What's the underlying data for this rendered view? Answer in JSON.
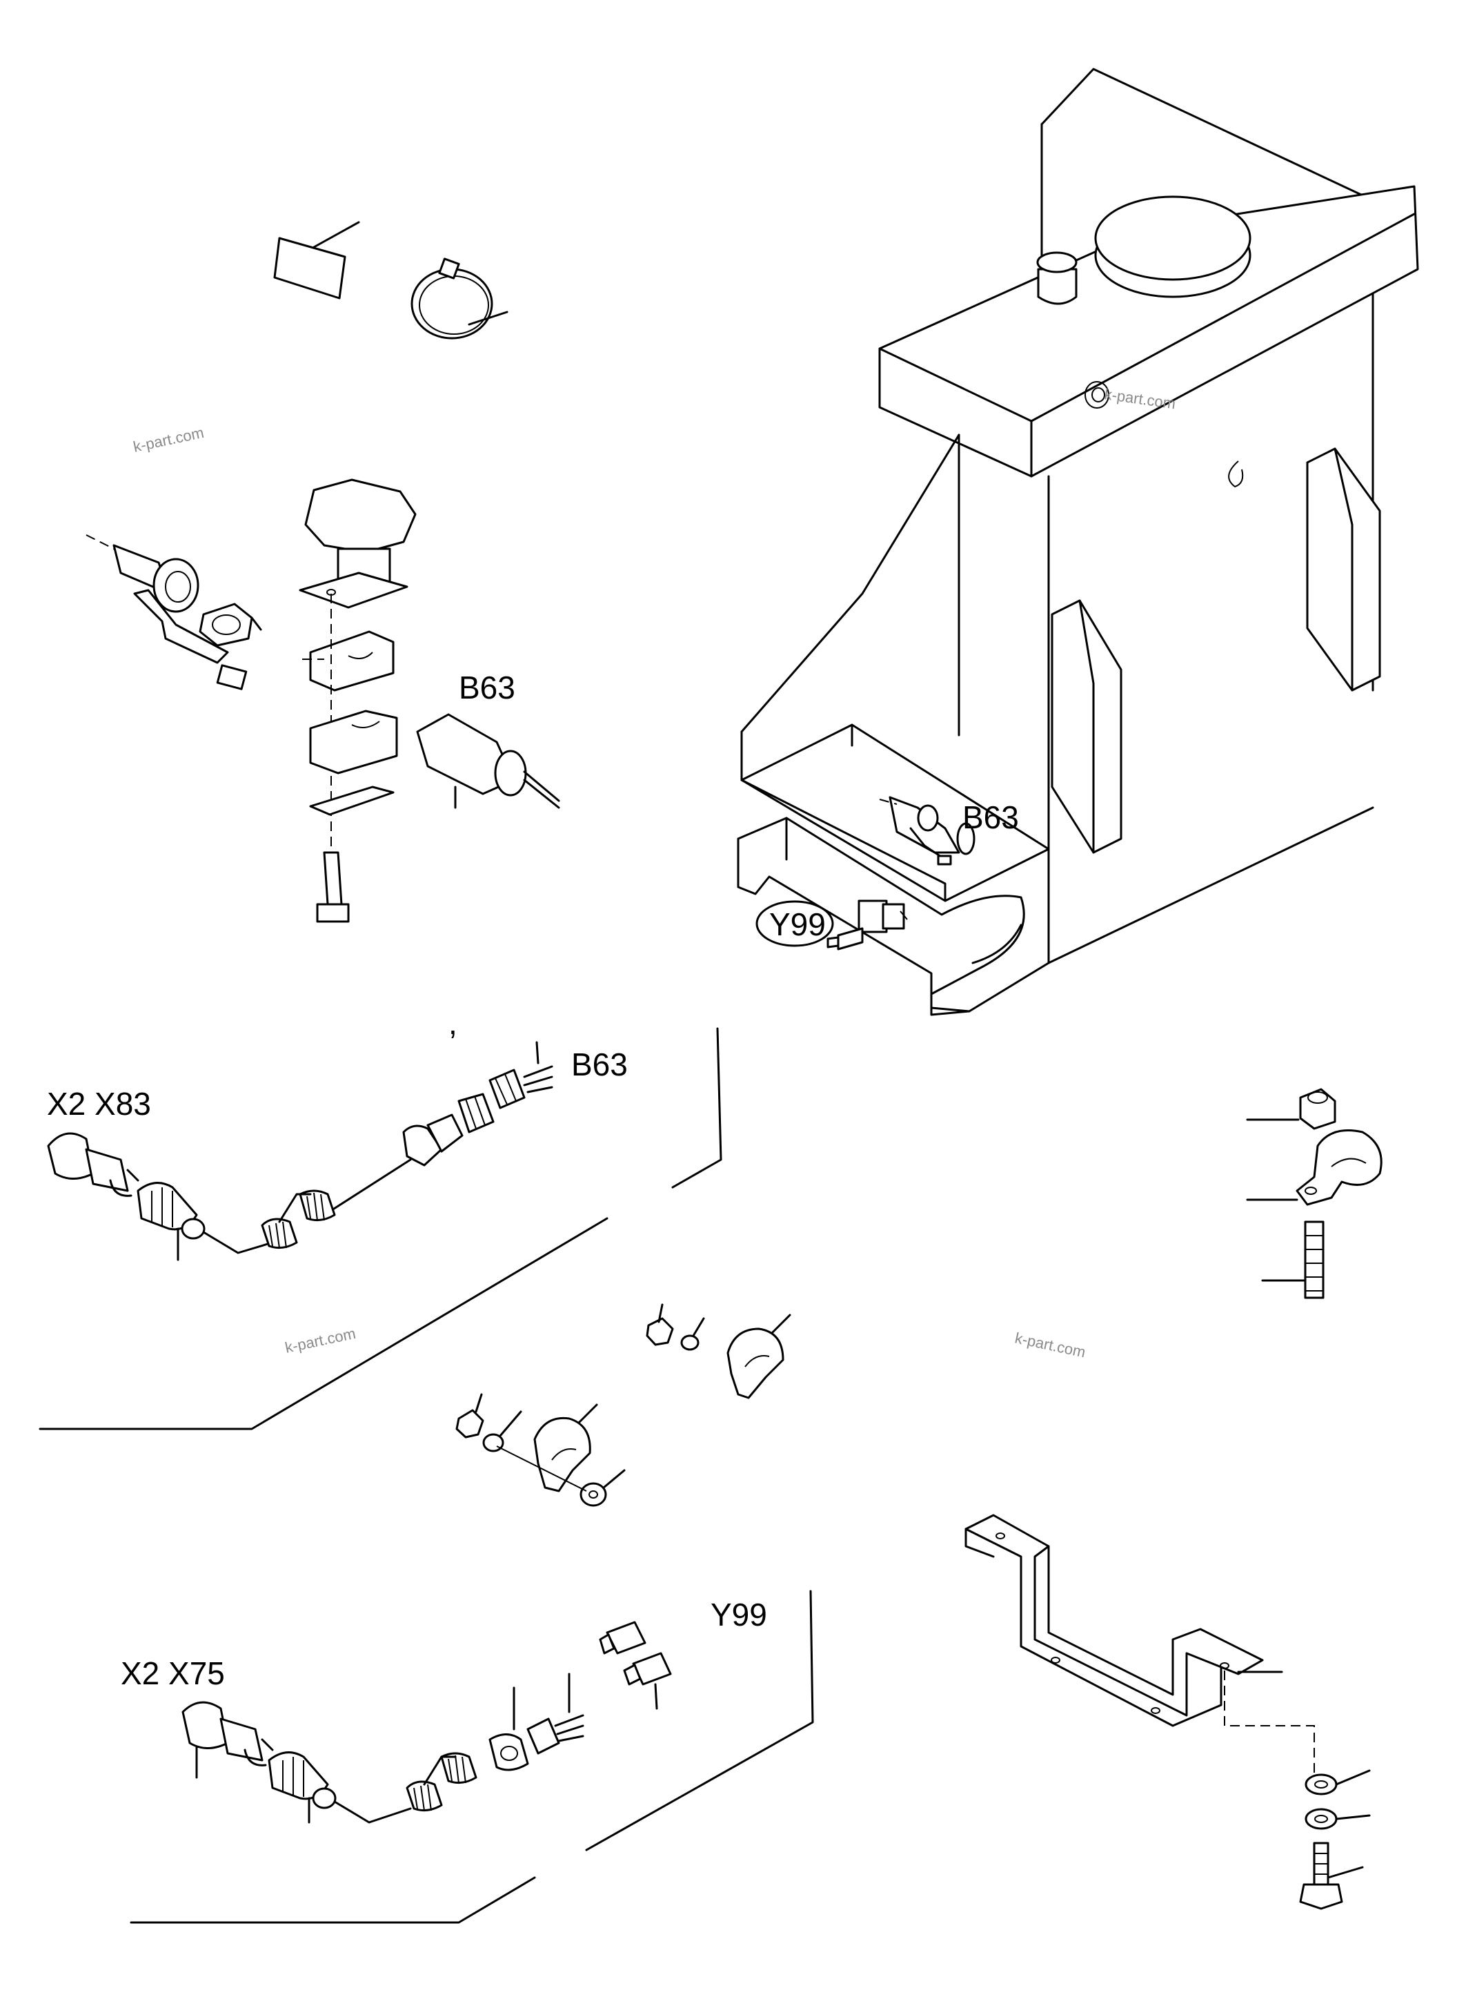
{
  "labels": {
    "b63_detail": "B63",
    "b63_machine": "B63",
    "y99_machine": "Y99",
    "b63_harness": "B63",
    "x2_x83": "X2 X83",
    "y99_harness": "Y99",
    "x2_x75": "X2 X75"
  },
  "watermarks": [
    "k-part.com",
    "k-part.com",
    "k-part.com",
    "k-part.com"
  ],
  "colors": {
    "line": "#000000",
    "watermark": "#8a8a8a",
    "background": "#ffffff"
  }
}
